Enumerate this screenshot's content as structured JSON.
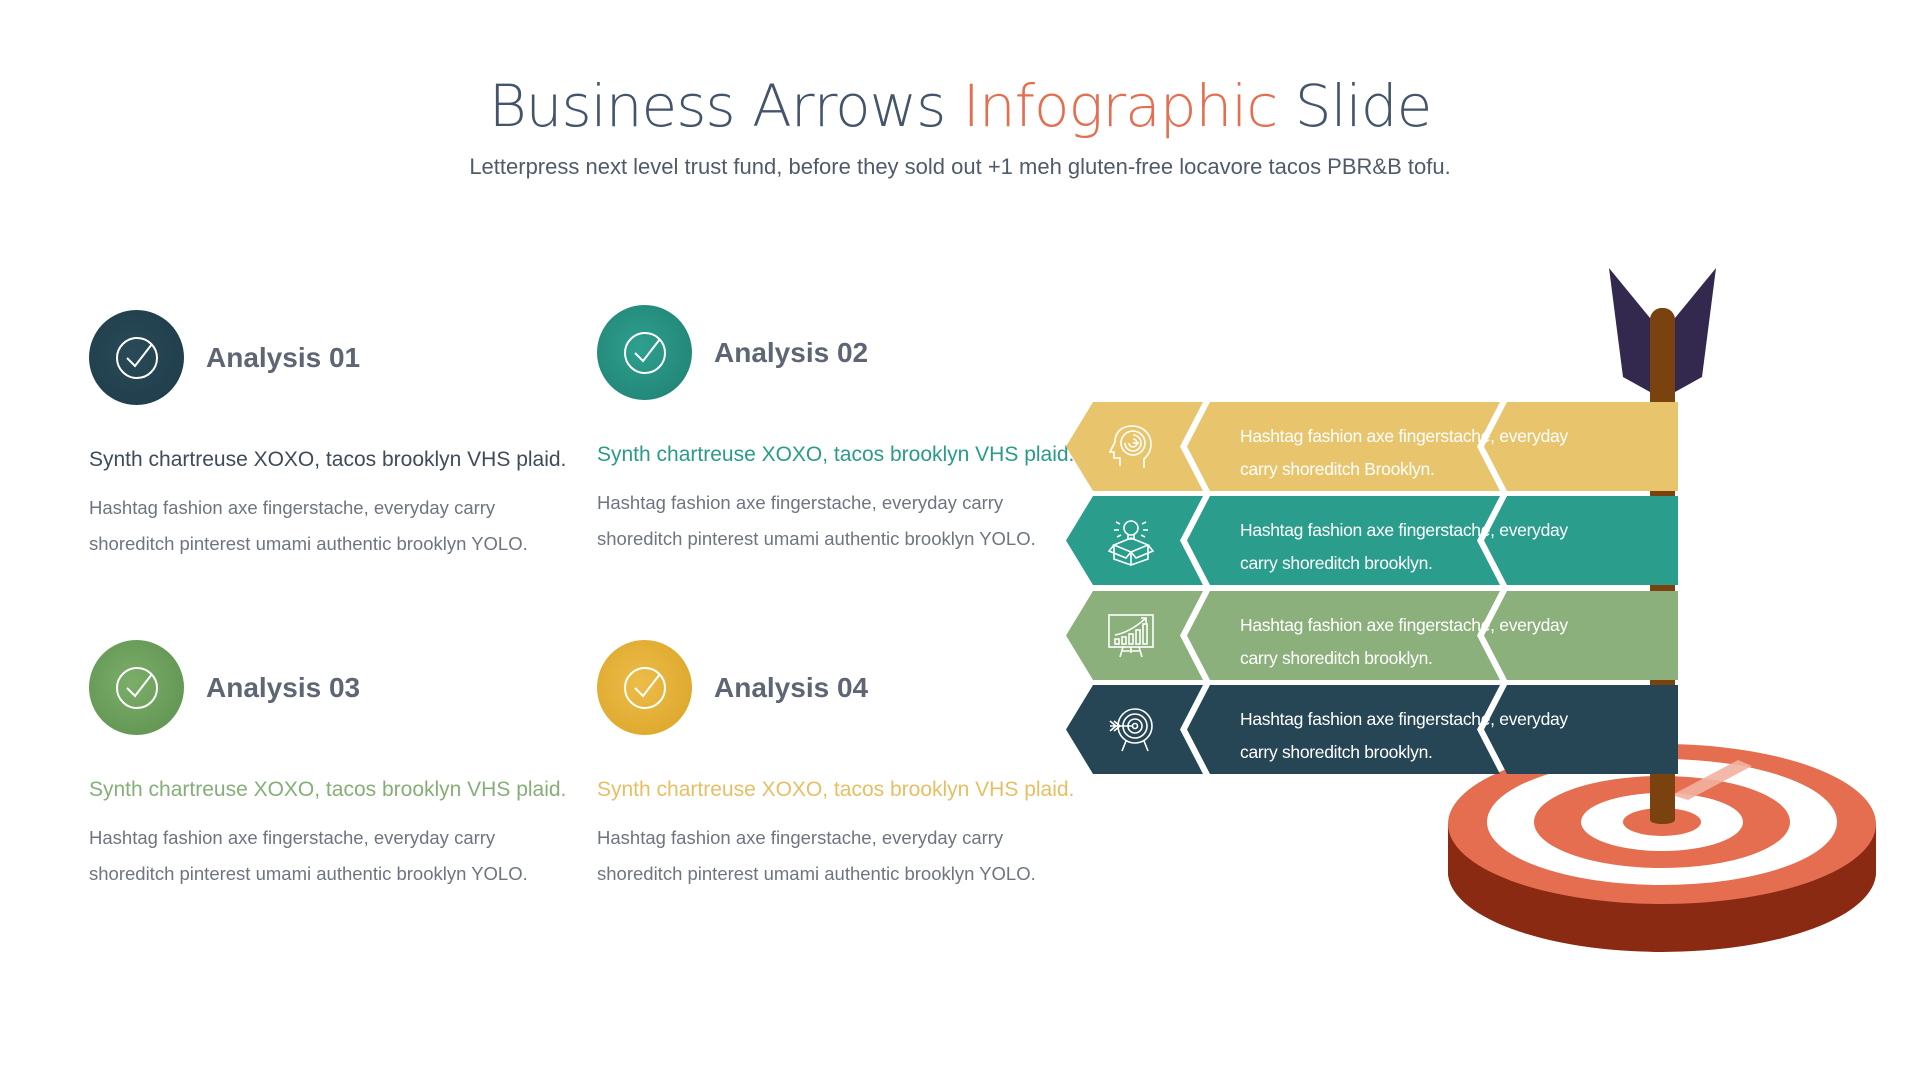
{
  "header": {
    "title_part1": "Business Arrows ",
    "title_accent": "Infographic",
    "title_part2": " Slide",
    "subtitle": "Letterpress next level trust fund, before they sold out +1 meh gluten-free locavore tacos PBR&B tofu."
  },
  "colors": {
    "navy": "#22414F",
    "teal": "#2A9A8A",
    "green": "#6A9E5C",
    "gold": "#E0A82E",
    "banner_gold": "#E8C46C",
    "banner_teal": "#2A9D8C",
    "banner_green": "#8CB07C",
    "banner_navy": "#264555",
    "accent": "#E46E4F",
    "target_coral": "#E46E4F",
    "target_dark": "#8A2A13",
    "shaft": "#7A420F",
    "feather": "#33294F"
  },
  "analyses": [
    {
      "icon": "check-circle-icon",
      "heading": "Analysis 01",
      "lead": "Synth chartreuse XOXO, tacos brooklyn VHS plaid.",
      "lead_color": "#3F4B5A",
      "body": "Hashtag fashion axe fingerstache, everyday carry shoreditch pinterest umami authentic brooklyn YOLO."
    },
    {
      "icon": "check-circle-icon",
      "heading": "Analysis 02",
      "lead": "Synth chartreuse XOXO, tacos brooklyn VHS plaid.",
      "lead_color": "#2A9A8A",
      "body": "Hashtag fashion axe fingerstache, everyday carry shoreditch pinterest umami authentic brooklyn YOLO."
    },
    {
      "icon": "check-circle-icon",
      "heading": "Analysis 03",
      "lead": "Synth chartreuse XOXO, tacos brooklyn VHS plaid.",
      "lead_color": "#86AE78",
      "body": "Hashtag fashion axe fingerstache, everyday carry shoreditch pinterest umami authentic brooklyn YOLO."
    },
    {
      "icon": "check-circle-icon",
      "heading": "Analysis 04",
      "lead": "Synth chartreuse XOXO, tacos brooklyn VHS plaid.",
      "lead_color": "#E8BE62",
      "body": "Hashtag fashion axe fingerstache, everyday carry shoreditch pinterest umami authentic brooklyn YOLO."
    }
  ],
  "banners": [
    {
      "icon": "head-maze-icon",
      "text": "Hashtag fashion axe fingerstache, everyday carry shoreditch Brooklyn."
    },
    {
      "icon": "lightbulb-box-icon",
      "text": "Hashtag fashion axe fingerstache, everyday carry shoreditch brooklyn."
    },
    {
      "icon": "growth-chart-board-icon",
      "text": "Hashtag fashion axe fingerstache, everyday carry shoreditch brooklyn."
    },
    {
      "icon": "target-arrow-icon",
      "text": "Hashtag fashion axe fingerstache, everyday carry shoreditch brooklyn."
    }
  ]
}
